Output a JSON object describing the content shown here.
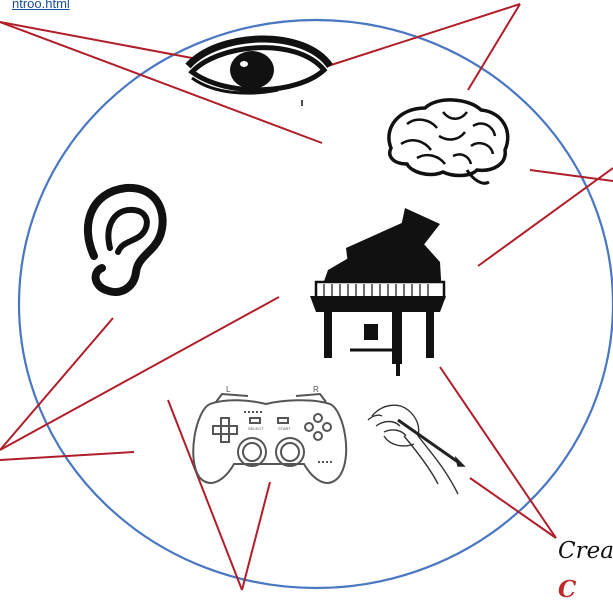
{
  "header": {
    "link_text": "ntroo.html"
  },
  "captions": {
    "line1": "Crea",
    "line2": "C"
  },
  "controller_labels": {
    "left_shoulder": "L",
    "right_shoulder": "R",
    "select": "SELECT",
    "start": "START"
  },
  "colors": {
    "circle": "#4a77c2",
    "connector": "#b01e2a",
    "ink": "#111111",
    "link": "#1a4fa0",
    "caption_accent": "#c0282c"
  },
  "icons": [
    "eye-icon",
    "brain-icon",
    "ear-icon",
    "grand-piano-icon",
    "gamepad-icon",
    "hand-drawing-icon"
  ]
}
